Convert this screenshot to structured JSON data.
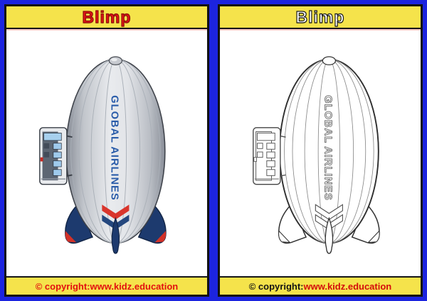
{
  "cards": [
    {
      "variant": "color",
      "title": "Blimp",
      "blimp_label": "GLOBAL AIRLINES",
      "footer": {
        "prefix": "© copyright:",
        "website": "www.kidz.education"
      }
    },
    {
      "variant": "line-art",
      "title": "Blimp",
      "blimp_label": "GLOBAL AIRLINES",
      "footer": {
        "prefix": "© copyright:",
        "website": "www.kidz.education"
      }
    }
  ],
  "colors": {
    "border_blue": "#1c24df",
    "panel_yellow": "#f5e34b",
    "title_red": "#e31414",
    "title_red_outline": "#8f0d0d",
    "title_white": "#ffffff",
    "title_white_outline": "#1a1a1a",
    "footer_red": "#e30f0f",
    "footer_black": "#141414",
    "blimp_text_blue": "#2a5ca9",
    "chevron_red": "#d9352c",
    "chevron_blue": "#24477e",
    "fin_navy": "#1d3a6e",
    "fin_tip_red": "#d23128",
    "envelope_gray": "#d9dce1",
    "lineart_stroke": "#333333"
  }
}
